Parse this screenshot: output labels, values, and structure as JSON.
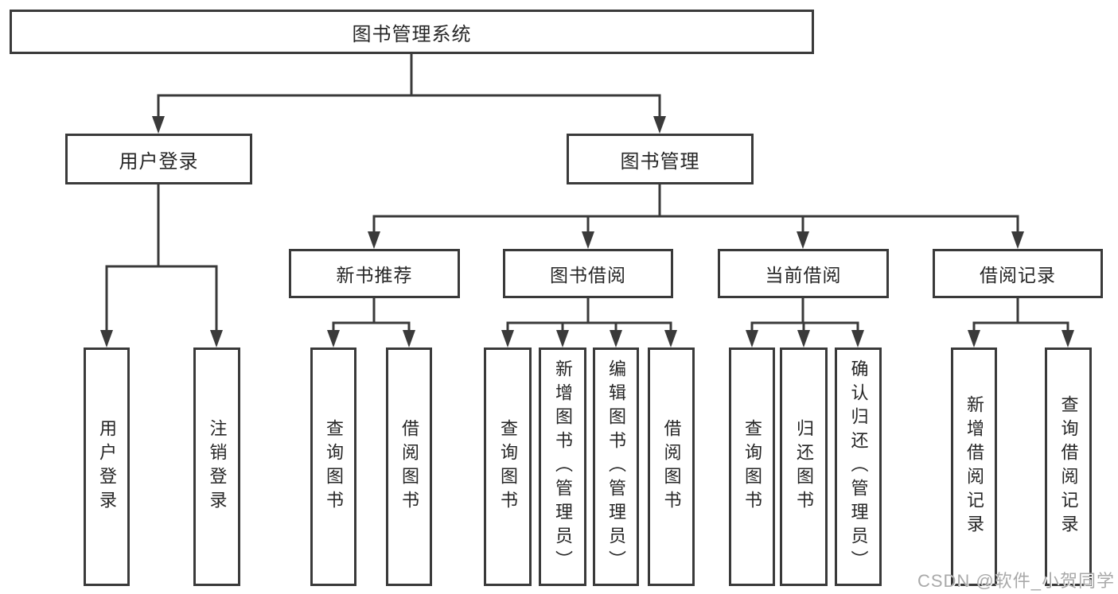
{
  "diagram": {
    "title": "图书管理系统",
    "watermark": "CSDN @软件_小贺同学",
    "colors": {
      "line": "#3a3a3a",
      "text": "#262626",
      "background": "#ffffff",
      "watermark": "#a9a9a9"
    },
    "tree": {
      "root": {
        "label": "图书管理系统",
        "children": [
          {
            "label": "用户登录",
            "children": [
              {
                "label": "用户登录"
              },
              {
                "label": "注销登录"
              }
            ]
          },
          {
            "label": "图书管理",
            "children": [
              {
                "label": "新书推荐",
                "children": [
                  {
                    "label": "查询图书"
                  },
                  {
                    "label": "借阅图书"
                  }
                ]
              },
              {
                "label": "图书借阅",
                "children": [
                  {
                    "label": "查询图书"
                  },
                  {
                    "label": "新增图书（管理员）"
                  },
                  {
                    "label": "编辑图书（管理员）"
                  },
                  {
                    "label": "借阅图书"
                  }
                ]
              },
              {
                "label": "当前借阅",
                "children": [
                  {
                    "label": "查询图书"
                  },
                  {
                    "label": "归还图书"
                  },
                  {
                    "label": "确认归还（管理员）"
                  }
                ]
              },
              {
                "label": "借阅记录",
                "children": [
                  {
                    "label": "新增借阅记录"
                  },
                  {
                    "label": "查询借阅记录"
                  }
                ]
              }
            ]
          }
        ]
      }
    }
  }
}
